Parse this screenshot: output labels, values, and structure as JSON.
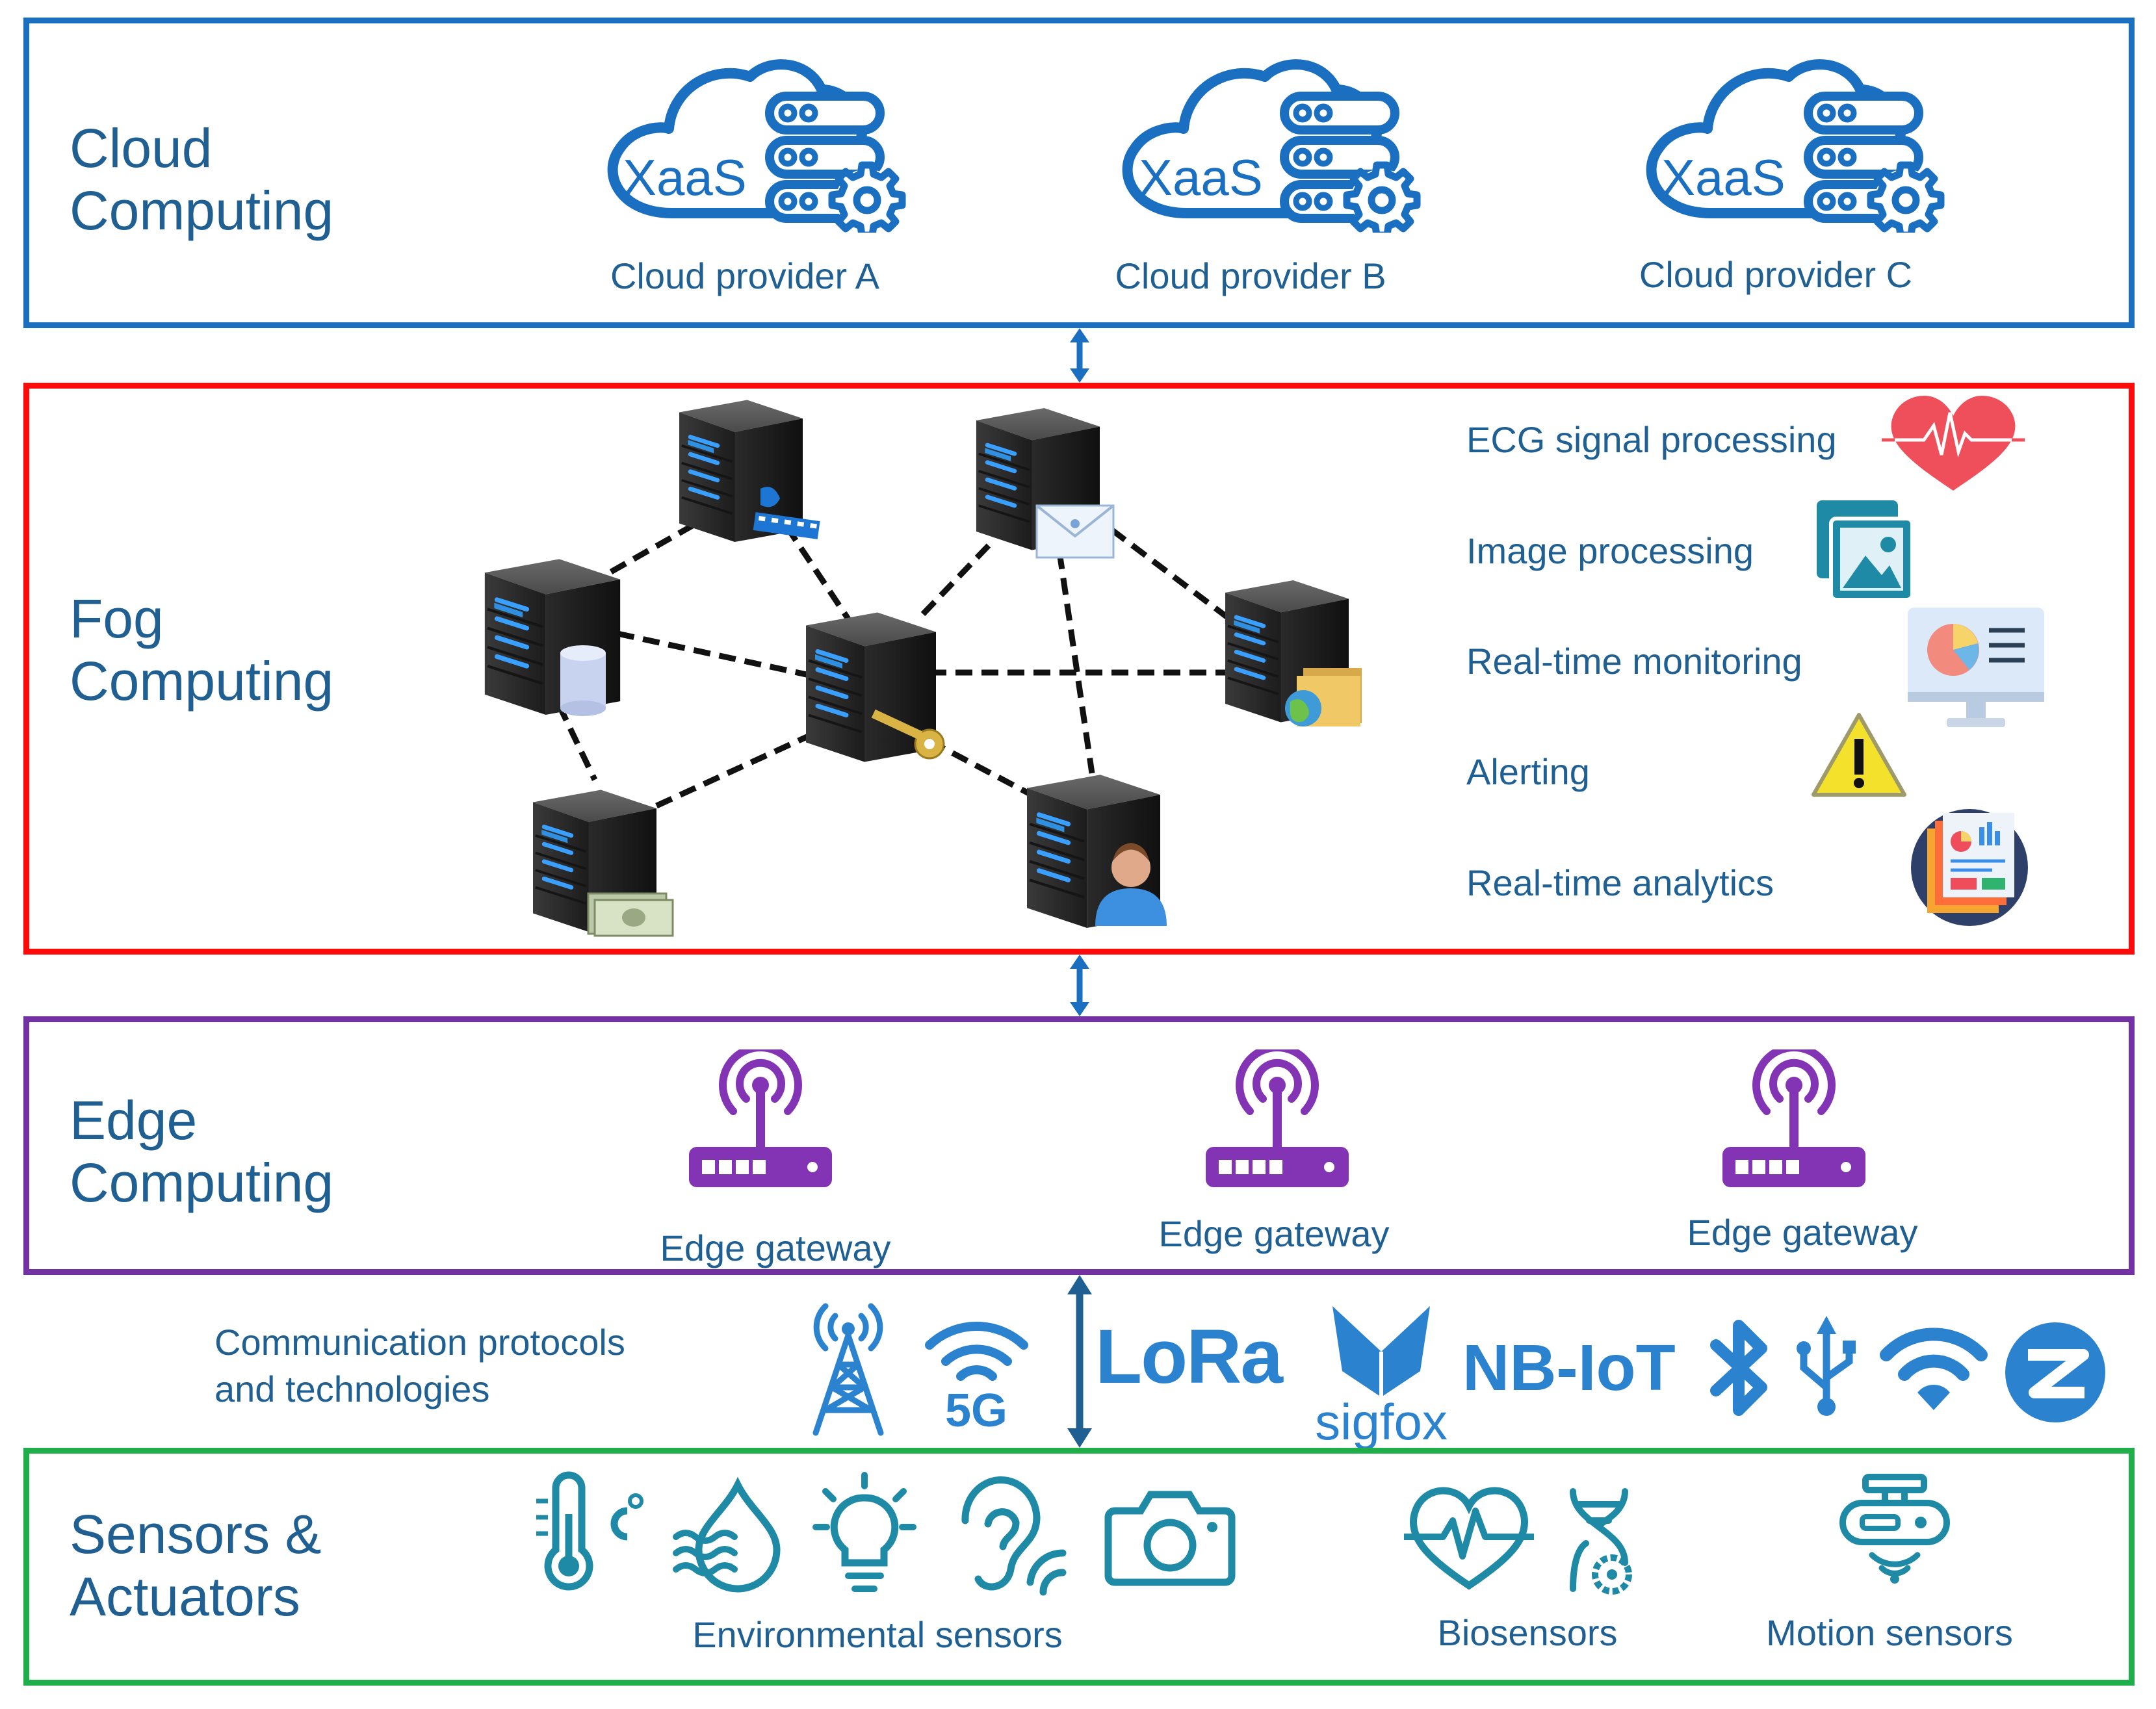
{
  "layers": {
    "cloud": {
      "title": "Cloud\nComputing",
      "providers": [
        {
          "badge": "XaaS",
          "label": "Cloud provider A"
        },
        {
          "badge": "XaaS",
          "label": "Cloud provider B"
        },
        {
          "badge": "XaaS",
          "label": "Cloud provider C"
        }
      ]
    },
    "fog": {
      "title": "Fog\nComputing",
      "services": [
        {
          "label": "ECG signal processing",
          "icon": "heart-ecg-icon"
        },
        {
          "label": "Image processing",
          "icon": "image-gallery-icon"
        },
        {
          "label": "Real-time monitoring",
          "icon": "monitor-dashboard-icon"
        },
        {
          "label": "Alerting",
          "icon": "warning-triangle-icon"
        },
        {
          "label": "Real-time analytics",
          "icon": "analytics-report-icon"
        }
      ]
    },
    "edge": {
      "title": "Edge\nComputing",
      "gateways": [
        {
          "label": "Edge gateway"
        },
        {
          "label": "Edge gateway"
        },
        {
          "label": "Edge gateway"
        }
      ]
    },
    "sensors": {
      "title": "Sensors &\nActuators",
      "groups": [
        {
          "label": "Environmental sensors"
        },
        {
          "label": "Biosensors"
        },
        {
          "label": "Motion sensors"
        }
      ]
    }
  },
  "communication": {
    "label": "Communication protocols\nand technologies",
    "technologies": {
      "fiveg": "5G",
      "lora": "LoRa",
      "sigfox": "sigfox",
      "nbiot": "NB-IoT"
    }
  },
  "colors": {
    "cloud": "#1a6fc0",
    "fog": "#ff0a0a",
    "edge": "#7232a3",
    "sensors": "#1fae4a",
    "text": "#1f5f92",
    "sensor_icon": "#1e8aa6"
  }
}
